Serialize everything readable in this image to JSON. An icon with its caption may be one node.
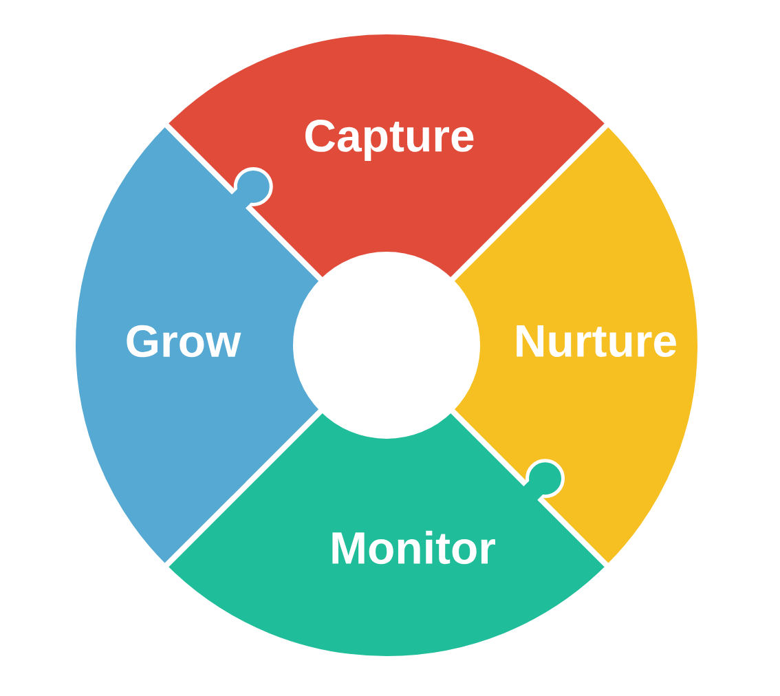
{
  "diagram": {
    "nodes": [
      {
        "text": [
          "Capture"
        ]
      },
      {
        "text": [
          "Grow"
        ]
      },
      {
        "text": [
          "Nurture"
        ]
      },
      {
        "text": [
          "Monitor"
        ]
      }
    ]
  }
}
